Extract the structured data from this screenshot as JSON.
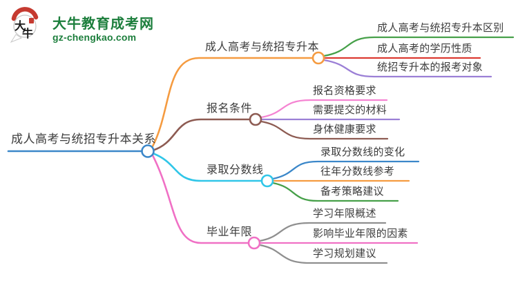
{
  "site": {
    "name": "大牛教育成考网",
    "domain": "gz-chengkao.com",
    "logo_glyph_1": "大",
    "logo_glyph_2": "牛",
    "logo_green": "#1c7e3c",
    "logo_red": "#c53a30"
  },
  "mindmap": {
    "text_color": "#3c3c3c",
    "root": {
      "label": "成人高考与统招专升本关系",
      "color": "#3b87c9"
    },
    "branches": [
      {
        "label": "成人高考与统招专升本",
        "color": "#f59b40",
        "children": [
          {
            "label": "成人高考与统招专升本区别",
            "color": "#46a049"
          },
          {
            "label": "成人高考的学历性质",
            "color": "#dc3a32"
          },
          {
            "label": "统招专升本的报考对象",
            "color": "#9b7fd6"
          }
        ]
      },
      {
        "label": "报名条件",
        "color": "#8d5b52",
        "children": [
          {
            "label": "报名资格要求",
            "color": "#f584d2"
          },
          {
            "label": "需要提交的材料",
            "color": "#9b7fd6"
          },
          {
            "label": "身体健康要求",
            "color": "#8d5b52"
          }
        ]
      },
      {
        "label": "录取分数线",
        "color": "#30c6e8",
        "children": [
          {
            "label": "录取分数线的变化",
            "color": "#3b87c9"
          },
          {
            "label": "往年分数线参考",
            "color": "#f59b40"
          },
          {
            "label": "备考策略建议",
            "color": "#46a049"
          }
        ]
      },
      {
        "label": "毕业年限",
        "color": "#f070c5",
        "children": [
          {
            "label": "学习年限概述",
            "color": "#8f8f8f"
          },
          {
            "label": "影响毕业年限的因素",
            "color": "#f070c5"
          },
          {
            "label": "学习规划建议",
            "color": "#8f8f8f"
          }
        ]
      }
    ]
  }
}
